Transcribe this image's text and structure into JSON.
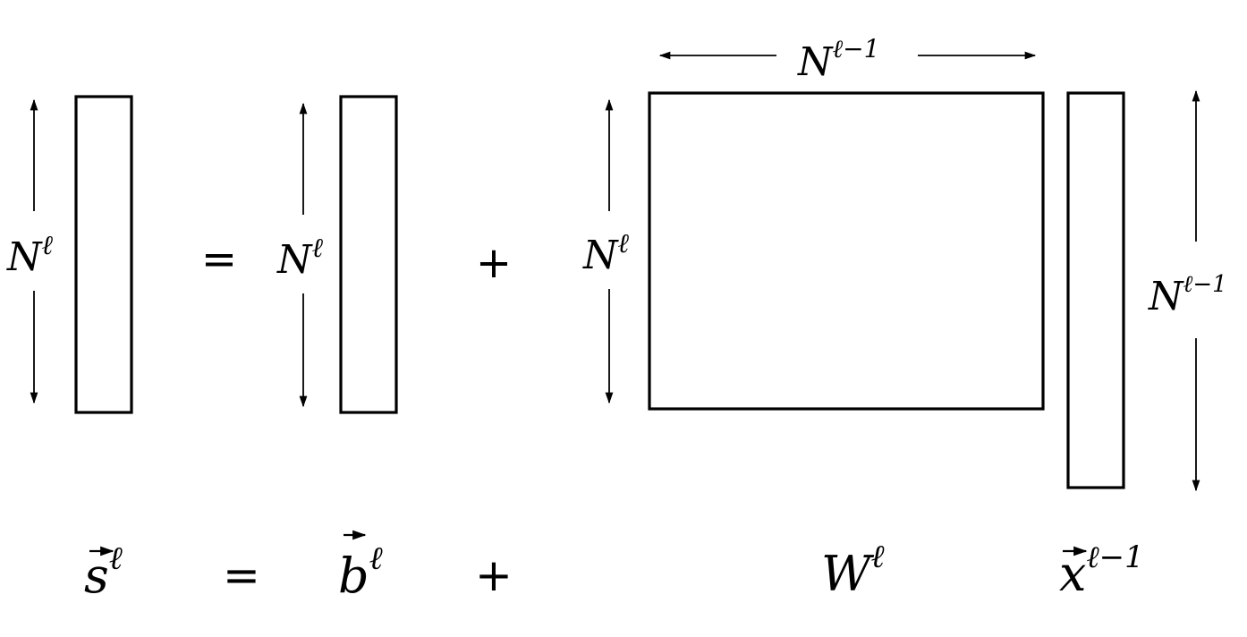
{
  "diagram": {
    "equation_top": {
      "equals": "=",
      "plus": "+"
    },
    "dimension_labels": {
      "s_rows": {
        "base": "N",
        "sup": "ℓ"
      },
      "b_rows": {
        "base": "N",
        "sup": "ℓ"
      },
      "w_rows": {
        "base": "N",
        "sup": "ℓ"
      },
      "w_cols": {
        "base": "N",
        "sup": "ℓ−1"
      },
      "x_rows": {
        "base": "N",
        "sup": "ℓ−1"
      }
    },
    "equation_bottom": {
      "s": {
        "base": "s",
        "sup": "ℓ"
      },
      "equals": "=",
      "b": {
        "base": "b",
        "sup": "ℓ"
      },
      "plus": "+",
      "w": {
        "base": "W",
        "sup": "ℓ"
      },
      "x": {
        "base": "x",
        "sup": "ℓ−1"
      }
    }
  }
}
